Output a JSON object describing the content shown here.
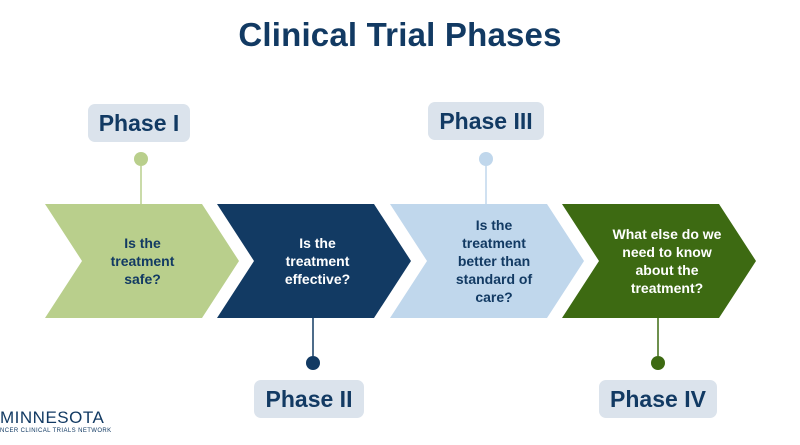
{
  "title": "Clinical Trial Phases",
  "colors": {
    "title": "#123a63",
    "label_bg": "#dbe3ec",
    "phase1": "#b9cf8c",
    "phase2": "#123a63",
    "phase3": "#c0d7ec",
    "phase4": "#3d6a12"
  },
  "phases": [
    {
      "label": "Phase I",
      "question": "Is the treatment safe?"
    },
    {
      "label": "Phase II",
      "question": "Is the treatment effective?"
    },
    {
      "label": "Phase III",
      "question": "Is the treatment better than standard of care?"
    },
    {
      "label": "Phase IV",
      "question": "What else do we need to know about the treatment?"
    }
  ],
  "logo": {
    "name": "MINNESOTA",
    "subtitle": "NCER CLINICAL TRIALS NETWORK"
  }
}
